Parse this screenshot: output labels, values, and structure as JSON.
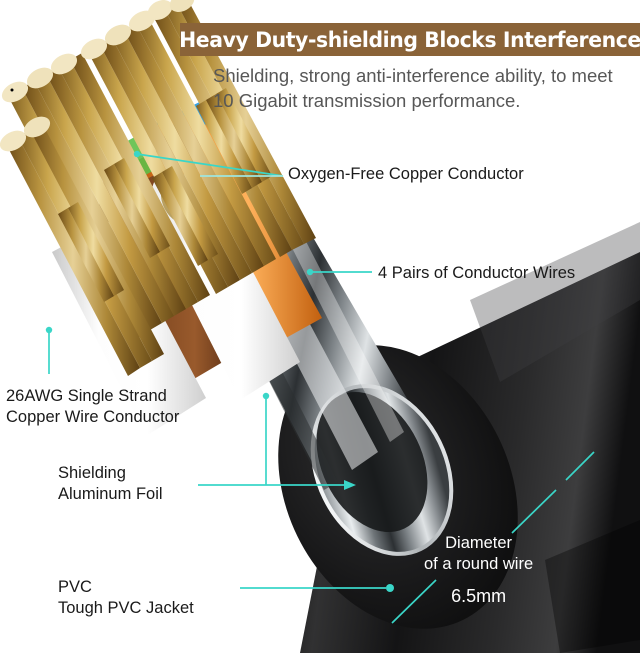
{
  "header": {
    "banner_title": "Heavy Duty-shielding Blocks Interference",
    "subtitle": "Shielding, strong anti-interference ability, to meet 10 Gigabit transmission performance.",
    "banner_color": "#8a6338",
    "banner_text_color": "#ffffff"
  },
  "callouts": {
    "oxygen": "Oxygen-Free Copper Conductor",
    "pairs": "4 Pairs of Conductor Wires",
    "awg_line1": "26AWG Single Strand",
    "awg_line2": "Copper Wire Conductor",
    "shield_line1": "Shielding",
    "shield_line2": "Aluminum Foil",
    "pvc_line1": "PVC",
    "pvc_line2": "Tough PVC Jacket",
    "diameter_line1": "Diameter",
    "diameter_line2": "of a round wire",
    "diameter_value": "6.5mm"
  },
  "colors": {
    "callout_line": "#3ad6c8",
    "copper": "#c8a24a",
    "copper_dark": "#8a6a28",
    "copper_tip": "#f2e6c2",
    "jacket_orange": "#f08a2a",
    "jacket_brown": "#7a4420",
    "jacket_white": "#f7f7f7",
    "jacket_blue": "#2f9fe0",
    "jacket_green": "#5fbf48",
    "foil_silver": "#b9bdc0",
    "pvc_black": "#1b1b1b",
    "text_dark": "#1a1a1a",
    "text_gray": "#575757"
  },
  "icons": {
    "callout_dot": "callout-dot-icon",
    "callout_line": "callout-line-icon"
  }
}
